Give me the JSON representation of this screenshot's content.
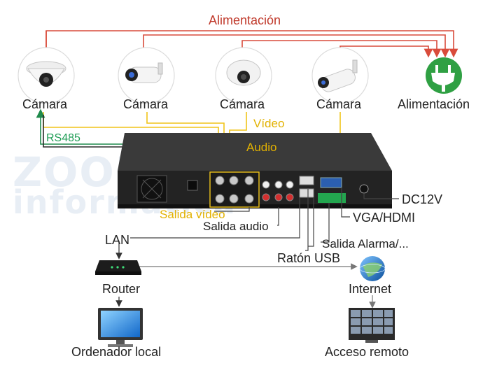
{
  "title": "Alimentación",
  "cameras": [
    {
      "label": "Cámara",
      "icon": "dome-camera-icon"
    },
    {
      "label": "Cámara",
      "icon": "bullet-camera-icon"
    },
    {
      "label": "Cámara",
      "icon": "turret-camera-icon"
    },
    {
      "label": "Cámara",
      "icon": "bullet-camera-icon"
    }
  ],
  "power": {
    "label": "Alimentación",
    "icon": "power-plug-icon"
  },
  "signals": {
    "video": "Vídeo",
    "audio": "Audio",
    "rs485": "RS485"
  },
  "ports": {
    "video_out": "Salida vídeo",
    "audio_out": "Salida audio",
    "dc": "DC12V",
    "vga": "VGA/HDMI",
    "alarm": "Salida Alarma/...",
    "usb": "Ratón USB"
  },
  "network": {
    "lan": "LAN",
    "router": "Router",
    "internet": "Internet",
    "pc": "Ordenador local",
    "remote": "Acceso remoto"
  },
  "watermark": {
    "line1": "ZOOM",
    "line2": "informática"
  },
  "colors": {
    "power": "#d94b3b",
    "video": "#f0c419",
    "rs485": "#1f8a4c",
    "dark": "#222222"
  }
}
